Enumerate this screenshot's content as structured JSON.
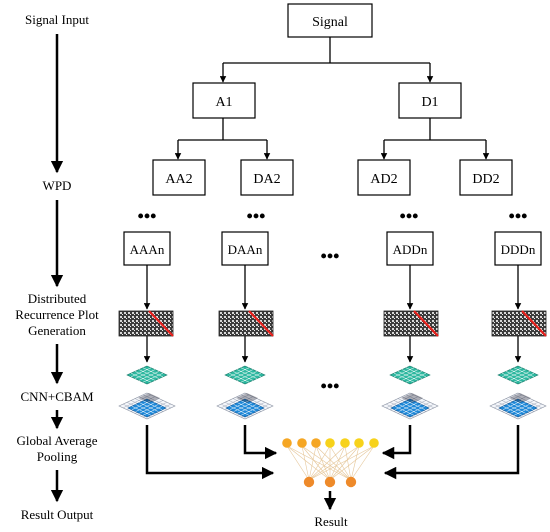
{
  "stage_labels": [
    "Signal Input",
    "WPD",
    "Distributed",
    "Recurrence Plot",
    "Generation",
    "CNN+CBAM",
    "Global Average",
    "Pooling",
    "Result Output"
  ],
  "tree": {
    "root": "Signal",
    "level1": [
      "A1",
      "D1"
    ],
    "level2": [
      "AA2",
      "DA2",
      "AD2",
      "DD2"
    ],
    "leaves": [
      "AAAn",
      "DAAn",
      "ADDn",
      "DDDn"
    ],
    "ellipsis": "•••"
  },
  "result_label": "Result",
  "colors": {
    "line": "#000000",
    "recurrence_diagonal": "#e8201c",
    "feature_top": "#2eb8a0",
    "feature_bottom": "#1e88d8",
    "node_input": "#f5a623",
    "node_output": "#f7d21a",
    "node_result": "#ee8a2a",
    "connection": "#e6c79a"
  }
}
